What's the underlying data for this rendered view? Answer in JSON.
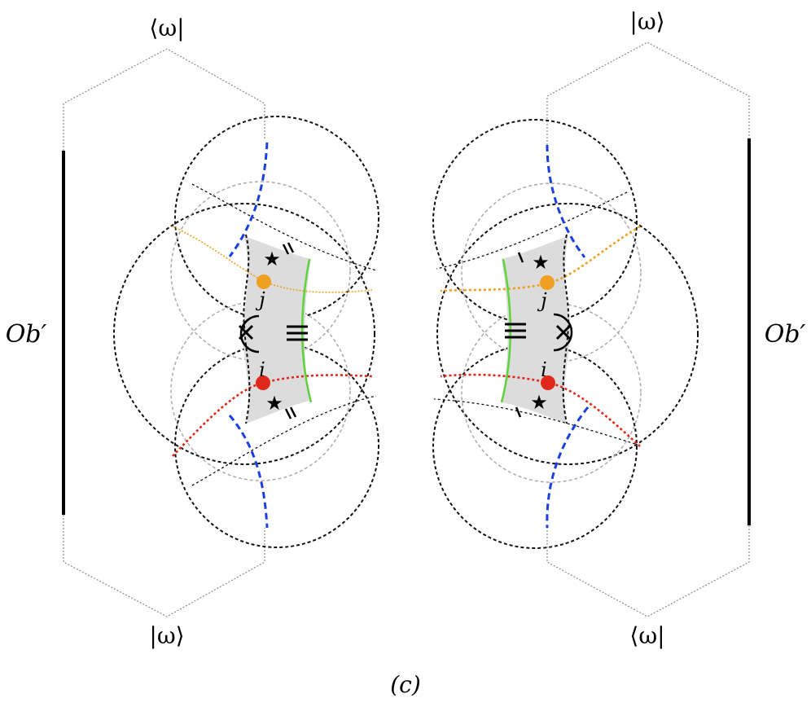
{
  "diagram": {
    "left": {
      "top_label": "⟨ω|",
      "bottom_label": "|ω⟩",
      "bar_label": "Ob′",
      "upper_point_label": "j",
      "lower_point_label": "i"
    },
    "right": {
      "top_label": "|ω⟩",
      "bottom_label": "⟨ω|",
      "bar_label": "Ob′",
      "upper_point_label": "j",
      "lower_point_label": "i"
    },
    "caption": "(c)",
    "colors": {
      "blue_curve": "#1a3fe0",
      "orange_curve": "#f0a020",
      "red_curve": "#e0281a",
      "green_curve": "#5fd43a",
      "shaded_region": "#dcdcdc",
      "gray_circle": "#aaaaaa"
    },
    "icons": [
      "star-icon",
      "cross-circle-icon",
      "equiv-marks-icon"
    ]
  }
}
